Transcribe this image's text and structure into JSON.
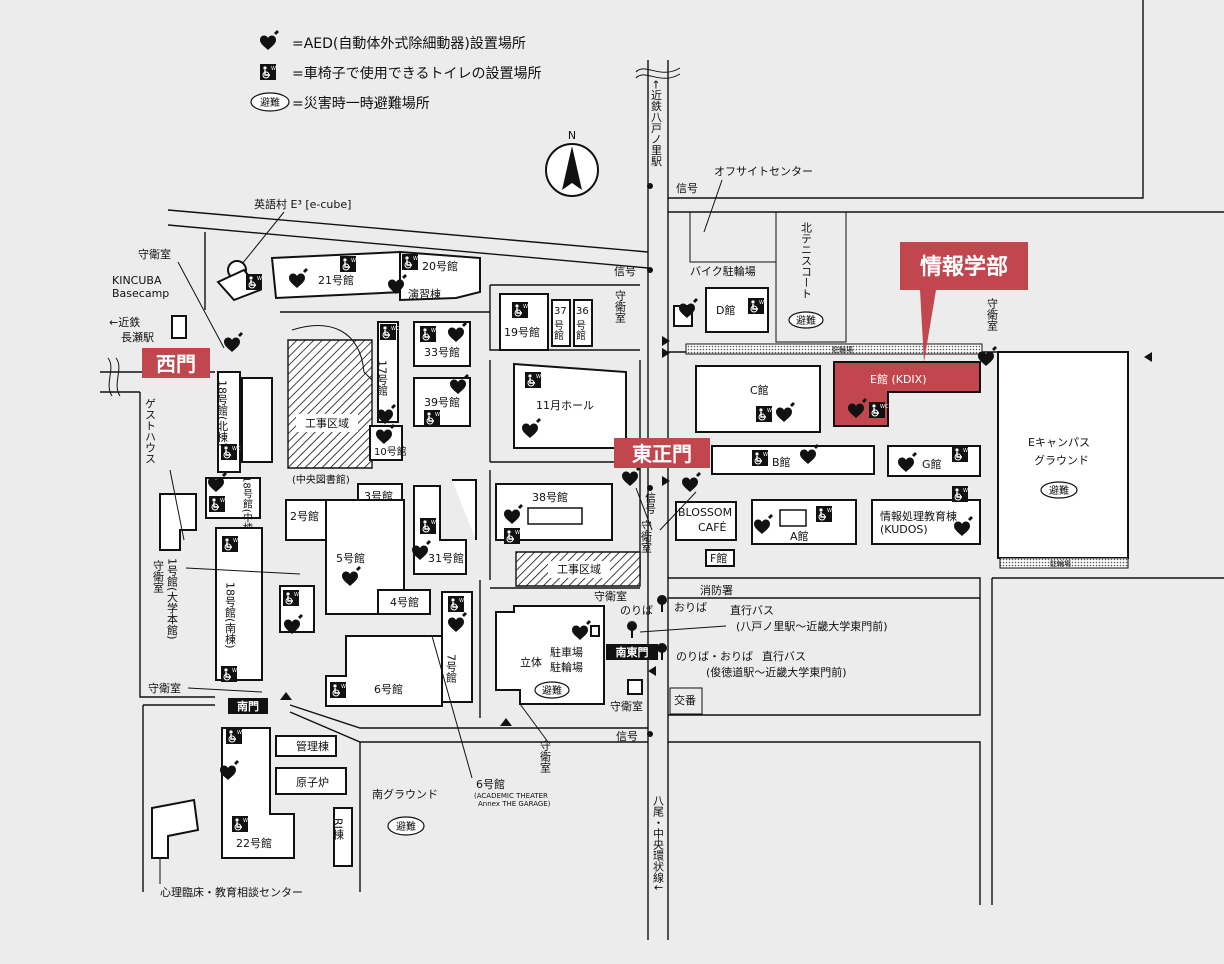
{
  "legend": {
    "aed": "=AED(自動体外式除細動器)設置場所",
    "toilet": "=車椅子で使用できるトイレの設置場所",
    "refuge": "=災害時一時避難場所",
    "refuge_badge": "避難"
  },
  "compass": "N",
  "highlights": {
    "west_gate": "西門",
    "east_main_gate": "東正門",
    "faculty": "情報学部",
    "south_gate": "南門",
    "south_east_gate": "南東門"
  },
  "buildings": {
    "b21": "21号館",
    "b20": "20号館",
    "practice": "演習棟",
    "b19": "19号館",
    "b37a": "37",
    "b37b": "号館",
    "b36a": "36",
    "b36b": "号館",
    "b17": "17号館",
    "b33": "33号館",
    "b39": "39号館",
    "b10": "10号館",
    "hall11": "11月ホール",
    "construction": "工事区域",
    "library": "(中央図書館)",
    "b2": "2号館",
    "b3": "3号館",
    "b5": "5号館",
    "b4": "4号館",
    "b31": "31号館",
    "b38": "38号館",
    "construction2": "工事区域",
    "b18n": "18号館(北棟)",
    "b18m": "18号館(中棟)",
    "b18s": "18号館(南棟)",
    "b1": "1号館(大学本館)",
    "guesthouse": "ゲストハウス",
    "b6": "6号館",
    "b7": "7号館",
    "parking": "立体",
    "parking2": "駐車場",
    "parking3": "駐輪場",
    "admin": "管理棟",
    "reactor": "原子炉",
    "b22": "22号館",
    "ri": "RI棟",
    "south_ground": "南グラウンド",
    "b6b": "6号館",
    "theater1": "(ACADEMIC THEATER",
    "theater2": "Annex THE GARAGE)",
    "dbld": "D館",
    "cbld": "C館",
    "ebld": "E館 (KDIX)",
    "bbld": "B館",
    "gbld": "G館",
    "abld": "A館",
    "fbld": "F館",
    "blossom1": "BLOSSOM",
    "blossom2": "CAFÉ",
    "kudos1": "情報処理教育棟",
    "kudos2": "(KUDOS)",
    "ecampus1": "Eキャンパス",
    "ecampus2": "グラウンド",
    "tennis": "北テニスコート",
    "bike_parking": "バイク駐輪場",
    "bike_lot": "駐輪場",
    "offsite": "オフサイトセンター",
    "eigo": "英語村 E³ [e-cube]",
    "kincuba1": "KINCUBA",
    "kincuba2": "Basecamp",
    "psych": "心理臨床・教育相談センター",
    "firestation": "消防署",
    "koban": "交番"
  },
  "labels": {
    "guard": "守衛室",
    "signal": "信号",
    "kintetsu_hachi": "←近鉄八戸ノ里駅",
    "kintetsu_naga1": "←近鉄",
    "kintetsu_naga2": "長瀬駅",
    "bus_stop1": "おりば",
    "bus_stop2": "のりば",
    "bus_stop3": "のりば・おりば",
    "bus1_title": "直行バス",
    "bus1_route": "(八戸ノ里駅～近畿大学東門前)",
    "bus2_title": "直行バス",
    "bus2_route": "(俊徳道駅～近畿大学東門前)",
    "road_right": "八尾・中央環状線↓"
  },
  "colors": {
    "accent_red": "#c2464e",
    "background": "#ececec"
  }
}
